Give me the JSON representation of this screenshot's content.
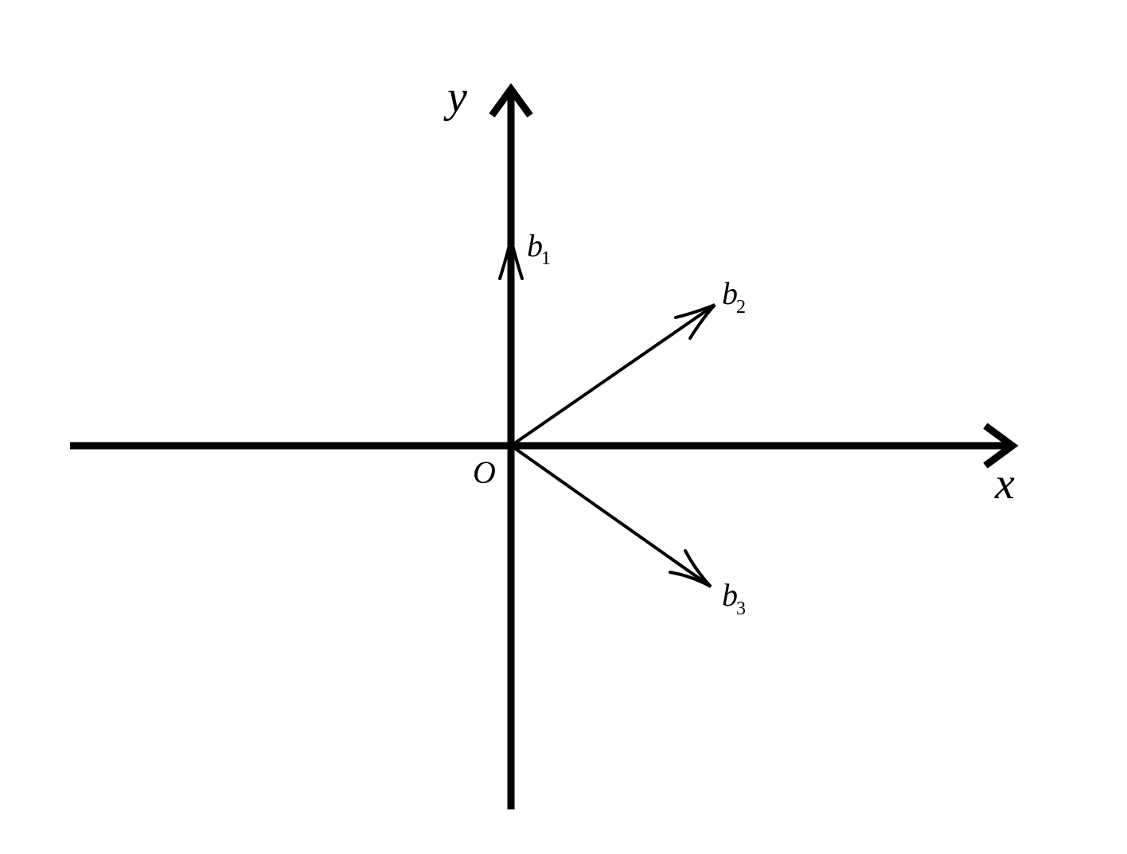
{
  "axes": {
    "x_label": "x",
    "y_label": "y",
    "origin_label": "O"
  },
  "vectors": [
    {
      "id": "b1",
      "base": "b",
      "subscript": "1",
      "direction": "along positive y-axis"
    },
    {
      "id": "b2",
      "base": "b",
      "subscript": "2",
      "direction": "first quadrant"
    },
    {
      "id": "b3",
      "base": "b",
      "subscript": "3",
      "direction": "fourth quadrant"
    }
  ],
  "colors": {
    "ink": "#000000",
    "background": "#ffffff"
  }
}
